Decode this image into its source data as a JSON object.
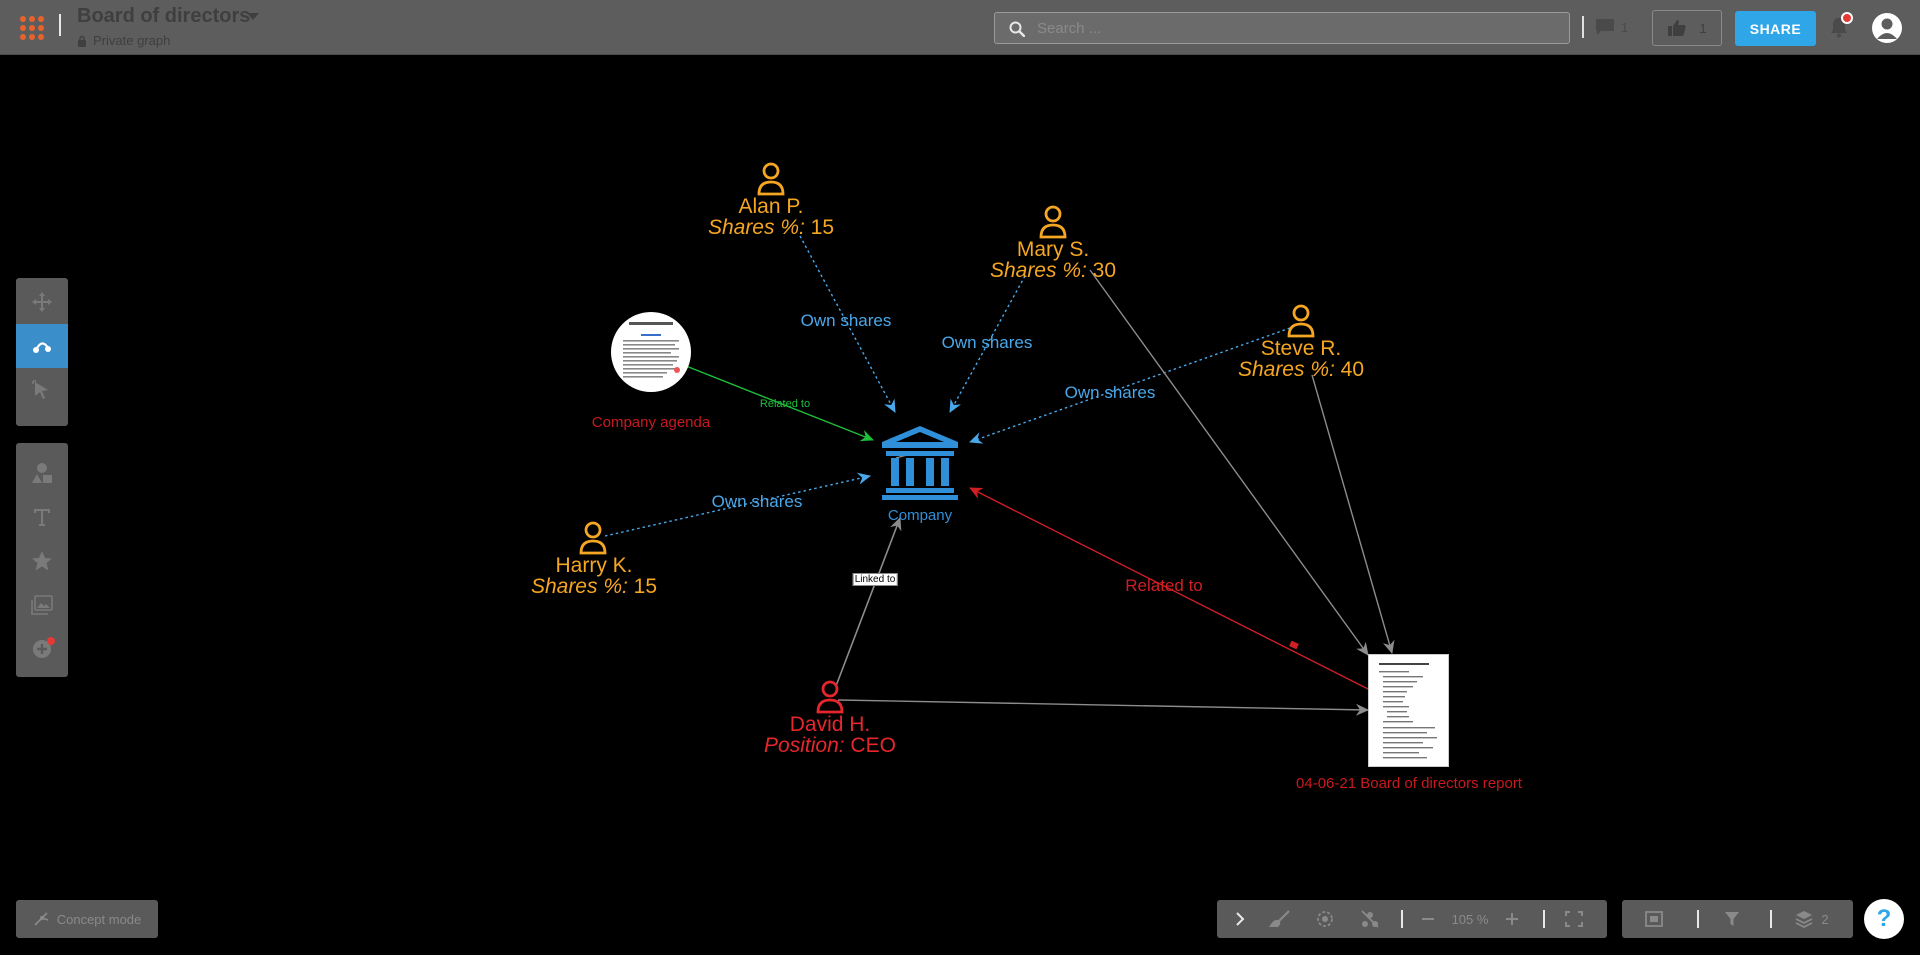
{
  "header": {
    "title": "Board of directors",
    "privacy": "Private graph",
    "search_placeholder": "Search ...",
    "comments_count": "1",
    "likes_count": "1",
    "share_label": "SHARE"
  },
  "bottom": {
    "concept_mode": "Concept mode",
    "zoom": "105 %",
    "layers_count": "2"
  },
  "graph": {
    "nodes": {
      "alan": {
        "name": "Alan P.",
        "prop_key": "Shares %:",
        "prop_val": " 15"
      },
      "mary": {
        "name": "Mary S.",
        "prop_key": "Shares %:",
        "prop_val": " 30"
      },
      "steve": {
        "name": "Steve R.",
        "prop_key": "Shares %:",
        "prop_val": " 40"
      },
      "harry": {
        "name": "Harry K.",
        "prop_key": "Shares %:",
        "prop_val": " 15"
      },
      "david": {
        "name": "David H.",
        "prop_key": "Position:",
        "prop_val": " CEO"
      },
      "company": {
        "name": "Company"
      },
      "agenda": {
        "name": "Company agenda"
      },
      "report": {
        "name": "04-06-21 Board of directors report"
      }
    },
    "edges": {
      "alan_company": "Own shares",
      "mary_company": "Own shares",
      "steve_company": "Own shares",
      "harry_company": "Own shares",
      "agenda_company": "Related to",
      "report_company": "Related to",
      "david_company": "Linked to"
    }
  },
  "colors": {
    "person": "#f5a623",
    "ceo": "#e5262d",
    "company": "#2f8fd8",
    "own_shares": "#4aa8ea",
    "related_green": "#1fbf3a",
    "related_red": "#d01f24",
    "link_gray": "#8c8c8c"
  }
}
